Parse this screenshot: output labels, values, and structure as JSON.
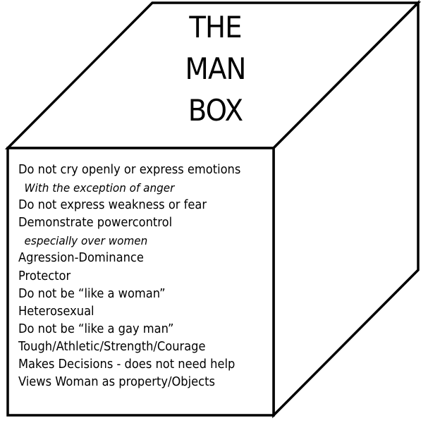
{
  "title": [
    "THE",
    "MAN",
    "BOX"
  ],
  "items": [
    {
      "text": "Do not cry openly or express emotions",
      "note": false
    },
    {
      "text": "With the exception of anger",
      "note": true
    },
    {
      "text": "Do not express weakness or fear",
      "note": false
    },
    {
      "text": "Demonstrate powercontrol",
      "note": false
    },
    {
      "text": "especially over women",
      "note": true
    },
    {
      "text": "Agression-Dominance",
      "note": false
    },
    {
      "text": "Protector",
      "note": false
    },
    {
      "text": "Do not be “like a woman”",
      "note": false
    },
    {
      "text": "Heterosexual",
      "note": false
    },
    {
      "text": "Do not be “like a gay man”",
      "note": false
    },
    {
      "text": "Tough/Athletic/Strength/Courage",
      "note": false
    },
    {
      "text": "Makes Decisions - does not need help",
      "note": false
    },
    {
      "text": "Views Woman as property/Objects",
      "note": false
    }
  ]
}
